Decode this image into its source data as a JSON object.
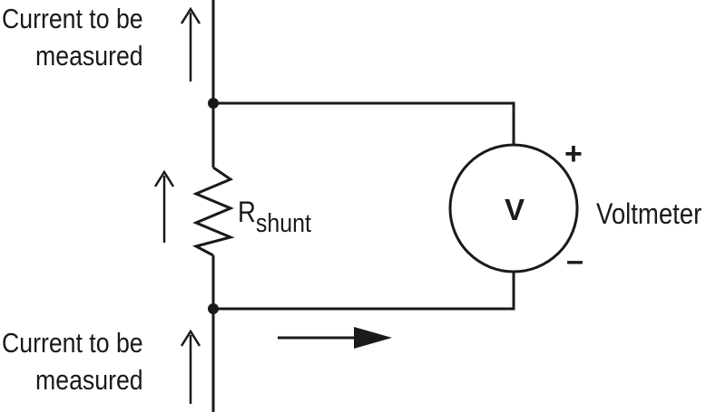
{
  "labels": {
    "current_top_line1": "Current to be",
    "current_top_line2": "measured",
    "current_bottom_line1": "Current to be",
    "current_bottom_line2": "measured",
    "rshunt_main": "R",
    "rshunt_sub": "shunt",
    "voltmeter": "Voltmeter",
    "meter_symbol": "V",
    "plus": "+",
    "minus": "–"
  },
  "colors": {
    "line": "#1a1a1a",
    "background": "#ffffff"
  }
}
